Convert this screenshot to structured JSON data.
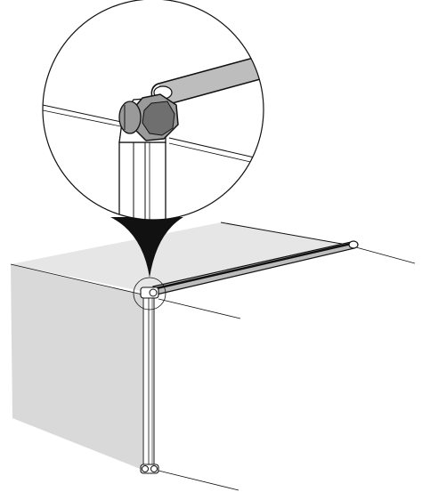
{
  "illustration": {
    "subject": "hinge-bracket-detail",
    "colors": {
      "background": "#ffffff",
      "line": "#111111",
      "panel_light": "#e6e6e6",
      "panel_side": "#d9d9d9",
      "rod_fill": "#bdbdbd",
      "bolt_fill": "#9a9a9a",
      "bolt_shade": "#6f6f6f",
      "callout_fill": "#111111"
    },
    "callouts": [
      {
        "name": "magnified-bolt-callout",
        "type": "zoom-circle"
      }
    ]
  }
}
